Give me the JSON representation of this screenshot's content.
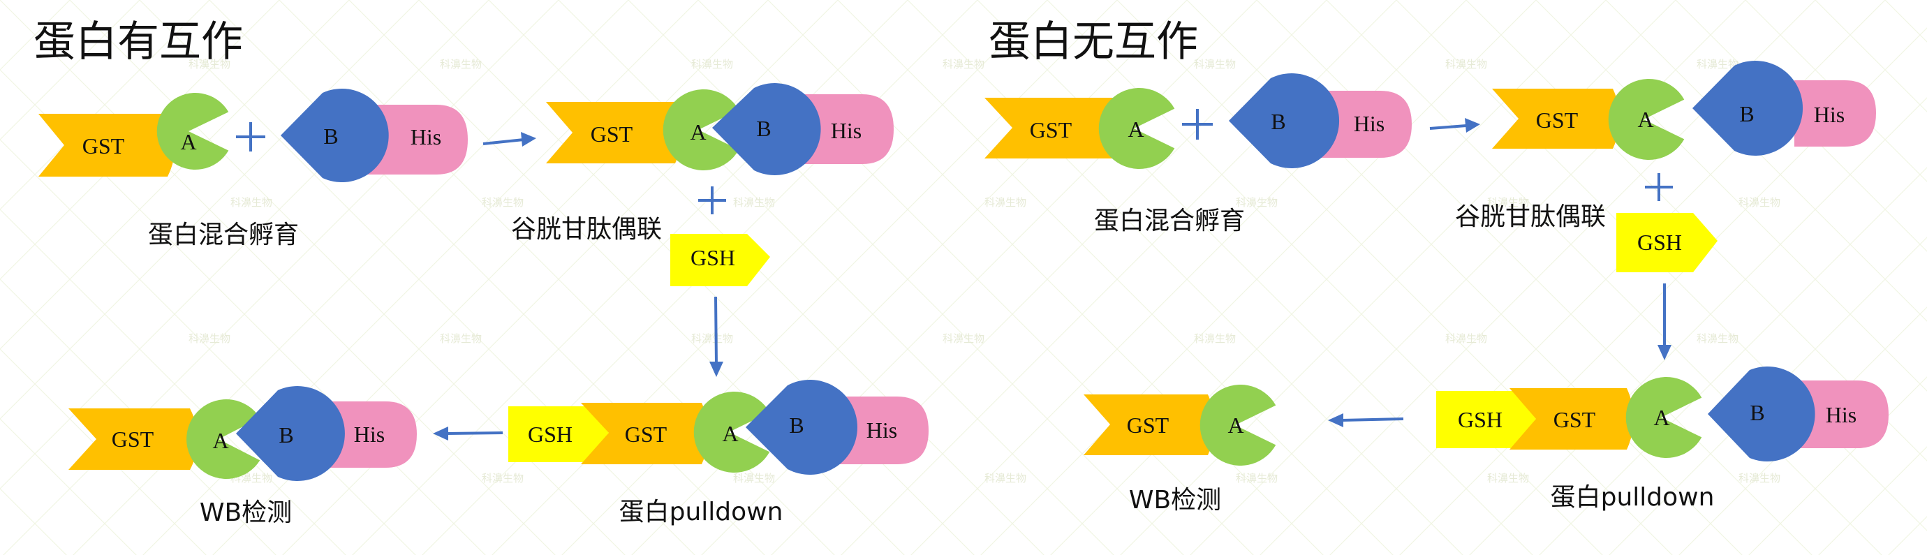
{
  "panels": [
    {
      "title": "蛋白有互作",
      "step1_label": "蛋白混合孵育",
      "step2_label": "谷胱甘肽偶联",
      "step3_label": "蛋白pulldown",
      "step4_label": "WB检测"
    },
    {
      "title": "蛋白无互作",
      "step1_label": "蛋白混合孵育",
      "step2_label": "谷胱甘肽偶联",
      "step3_label": "蛋白pulldown",
      "step4_label": "WB检测"
    }
  ],
  "shape_text": {
    "gst": "GST",
    "a": "A",
    "b": "B",
    "his": "His",
    "gsh": "GSH"
  },
  "watermark": "科濞生物",
  "colors": {
    "gst": "#FFC000",
    "protein_a": "#92D050",
    "protein_b": "#4472C4",
    "his": "#F092BD",
    "gsh": "#FFFF00",
    "arrow": "#4472C4",
    "plus": "#4472C4"
  }
}
